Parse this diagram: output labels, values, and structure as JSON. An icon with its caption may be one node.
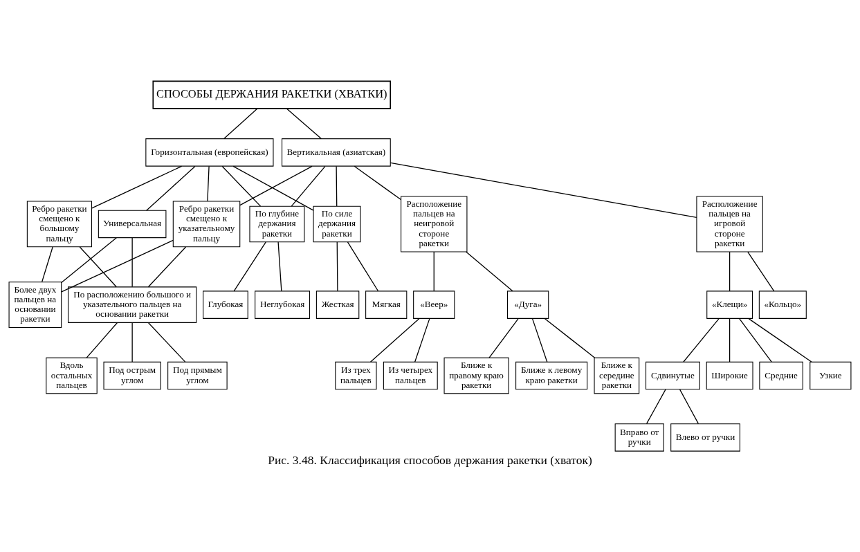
{
  "diagram": {
    "caption": "Рис. 3.48. Классификация способов держания ракетки (хваток)",
    "nodes": [
      {
        "text": [
          "СПОСОБЫ ДЕРЖАНИЯ РАКЕТКИ (ХВАТКИ)"
        ]
      },
      {
        "text": [
          "Горизонтальная (европейская)"
        ]
      },
      {
        "text": [
          "Вертикальная (азиатская)"
        ]
      },
      {
        "text": [
          "Ребро ракетки смещено к большому пальцу"
        ]
      },
      {
        "text": [
          "Универсальная"
        ]
      },
      {
        "text": [
          "Ребро ракетки смещено к указательному пальцу"
        ]
      },
      {
        "text": [
          "По глубине держания ракетки"
        ]
      },
      {
        "text": [
          "По силе держания ракетки"
        ]
      },
      {
        "text": [
          "Расположение пальцев на игровой стороне ракетки"
        ]
      },
      {
        "text": [
          "Расположение пальцев на неигровой стороне ракетки"
        ]
      },
      {
        "text": [
          "Более двух пальцев на основании ракетки"
        ]
      },
      {
        "text": [
          "По расположению большого и указательного пальцев на основании ракетки"
        ]
      },
      {
        "text": [
          "Вдоль остальных пальцев"
        ]
      },
      {
        "text": [
          "Под острым углом"
        ]
      },
      {
        "text": [
          "Под прямым углом"
        ]
      },
      {
        "text": [
          "Глубокая"
        ]
      },
      {
        "text": [
          "Неглубокая"
        ]
      },
      {
        "text": [
          "Жесткая"
        ]
      },
      {
        "text": [
          "Мягкая"
        ]
      },
      {
        "text": [
          "«Клещи»"
        ]
      },
      {
        "text": [
          "«Кольцо»"
        ]
      },
      {
        "text": [
          "Вправо от ручки"
        ]
      },
      {
        "text": [
          "Влево от ручки"
        ]
      },
      {
        "text": [
          "Сдвинутые"
        ]
      },
      {
        "text": [
          "Широкие"
        ]
      },
      {
        "text": [
          "Средние"
        ]
      },
      {
        "text": [
          "Узкие"
        ]
      },
      {
        "text": [
          "«Веер»"
        ]
      },
      {
        "text": [
          "«Дуга»"
        ]
      },
      {
        "text": [
          "Из трех пальцев"
        ]
      },
      {
        "text": [
          "Из четырех пальцев"
        ]
      },
      {
        "text": [
          "Ближе к правому краю ракетки"
        ]
      },
      {
        "text": [
          "Ближе к левому краю ракетки"
        ]
      },
      {
        "text": [
          "Ближе к середине ракетки"
        ]
      }
    ],
    "edges": [
      {
        "from": 0,
        "to": 1,
        "arrow": "none"
      },
      {
        "from": 0,
        "to": 2,
        "arrow": "none"
      },
      {
        "from": 1,
        "to": 3,
        "arrow": "none"
      },
      {
        "from": 1,
        "to": 4,
        "arrow": "none"
      },
      {
        "from": 1,
        "to": 5,
        "arrow": "none"
      },
      {
        "from": 1,
        "to": 6,
        "arrow": "none"
      },
      {
        "from": 1,
        "to": 7,
        "arrow": "none"
      },
      {
        "from": 2,
        "to": 5,
        "arrow": "none"
      },
      {
        "from": 2,
        "to": 6,
        "arrow": "none"
      },
      {
        "from": 2,
        "to": 7,
        "arrow": "none"
      },
      {
        "from": 2,
        "to": 8,
        "arrow": "none"
      },
      {
        "from": 2,
        "to": 9,
        "arrow": "none"
      },
      {
        "from": 3,
        "to": 10,
        "arrow": "none"
      },
      {
        "from": 4,
        "to": 10,
        "arrow": "none"
      },
      {
        "from": 5,
        "to": 10,
        "arrow": "none"
      },
      {
        "from": 3,
        "to": 11,
        "arrow": "none"
      },
      {
        "from": 4,
        "to": 11,
        "arrow": "none"
      },
      {
        "from": 5,
        "to": 11,
        "arrow": "none"
      },
      {
        "from": 11,
        "to": 12,
        "arrow": "none"
      },
      {
        "from": 11,
        "to": 13,
        "arrow": "none"
      },
      {
        "from": 11,
        "to": 14,
        "arrow": "none"
      },
      {
        "from": 6,
        "to": 15,
        "arrow": "none"
      },
      {
        "from": 6,
        "to": 16,
        "arrow": "none"
      },
      {
        "from": 7,
        "to": 17,
        "arrow": "none"
      },
      {
        "from": 7,
        "to": 18,
        "arrow": "none"
      },
      {
        "from": 8,
        "to": 19,
        "arrow": "none"
      },
      {
        "from": 8,
        "to": 20,
        "arrow": "none"
      },
      {
        "from": 23,
        "to": 21,
        "arrow": "none"
      },
      {
        "from": 23,
        "to": 22,
        "arrow": "none"
      },
      {
        "from": 19,
        "to": 23,
        "arrow": "none"
      },
      {
        "from": 19,
        "to": 24,
        "arrow": "none"
      },
      {
        "from": 19,
        "to": 25,
        "arrow": "none"
      },
      {
        "from": 19,
        "to": 26,
        "arrow": "none"
      },
      {
        "from": 9,
        "to": 27,
        "arrow": "none"
      },
      {
        "from": 9,
        "to": 28,
        "arrow": "none"
      },
      {
        "from": 27,
        "to": 29,
        "arrow": "none"
      },
      {
        "from": 27,
        "to": 30,
        "arrow": "none"
      },
      {
        "from": 28,
        "to": 31,
        "arrow": "none"
      },
      {
        "from": 28,
        "to": 32,
        "arrow": "none"
      },
      {
        "from": 28,
        "to": 33,
        "arrow": "none"
      }
    ]
  }
}
